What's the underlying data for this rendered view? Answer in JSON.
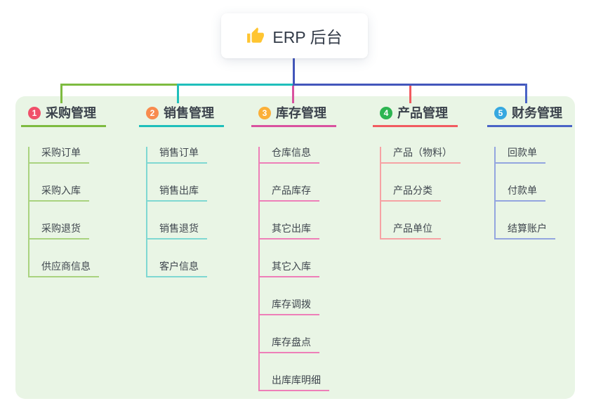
{
  "canvas": {
    "panel_bg": "#E9F5E5",
    "trunk_color": "#4356BB"
  },
  "root": {
    "icon": "thumbs-up-icon",
    "label": "ERP 后台"
  },
  "branches": [
    {
      "num": "1",
      "title": "采购管理",
      "main_color": "#7EBB40",
      "light_color": "#A9D37F",
      "badge_color": "#F0506A",
      "children": [
        "采购订单",
        "采购入库",
        "采购退货",
        "供应商信息"
      ]
    },
    {
      "num": "2",
      "title": "销售管理",
      "main_color": "#1FBFBB",
      "light_color": "#7FD8D2",
      "badge_color": "#F88B4E",
      "children": [
        "销售订单",
        "销售出库",
        "销售退货",
        "客户信息"
      ]
    },
    {
      "num": "3",
      "title": "库存管理",
      "main_color": "#D9529F",
      "light_color": "#EE7FB8",
      "badge_color": "#FBAF38",
      "children": [
        "仓库信息",
        "产品库存",
        "其它出库",
        "其它入库",
        "库存调拨",
        "库存盘点",
        "出库库明细"
      ]
    },
    {
      "num": "4",
      "title": "产品管理",
      "main_color": "#F15B60",
      "light_color": "#F6A2A4",
      "badge_color": "#2DB551",
      "children": [
        "产品（物料）",
        "产品分类",
        "产品单位"
      ]
    },
    {
      "num": "5",
      "title": "财务管理",
      "main_color": "#4A64C6",
      "light_color": "#93A5DF",
      "badge_color": "#36A8E0",
      "children": [
        "回款单",
        "付款单",
        "结算账户"
      ]
    }
  ]
}
